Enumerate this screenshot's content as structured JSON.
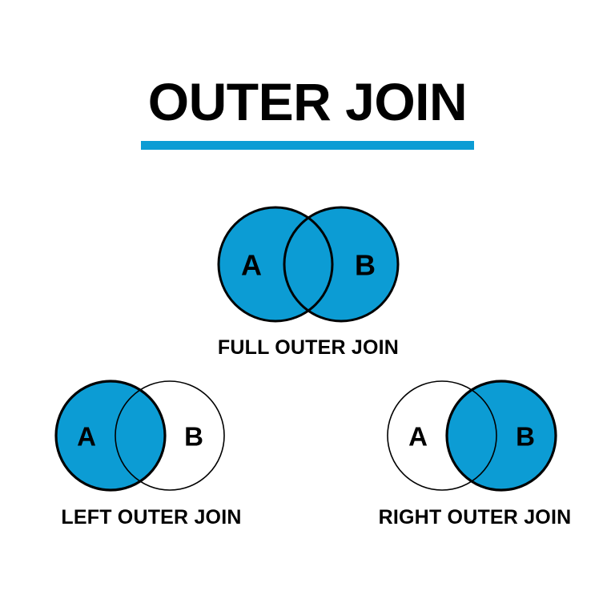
{
  "title": {
    "text": "OUTER JOIN",
    "underline_color": "#0c9cd4"
  },
  "colors": {
    "fill_blue": "#0c9cd4",
    "outline_black": "#000000",
    "background_white": "#ffffff"
  },
  "diagrams": [
    {
      "id": "full-outer-join",
      "caption": "FULL OUTER JOIN",
      "set_a_label": "A",
      "set_b_label": "B",
      "a_filled": true,
      "b_filled": true,
      "intersection_filled": true
    },
    {
      "id": "left-outer-join",
      "caption": "LEFT OUTER JOIN",
      "set_a_label": "A",
      "set_b_label": "B",
      "a_filled": true,
      "b_filled": false,
      "intersection_filled": true
    },
    {
      "id": "right-outer-join",
      "caption": "RIGHT OUTER JOIN",
      "set_a_label": "A",
      "set_b_label": "B",
      "a_filled": false,
      "b_filled": true,
      "intersection_filled": true
    }
  ]
}
